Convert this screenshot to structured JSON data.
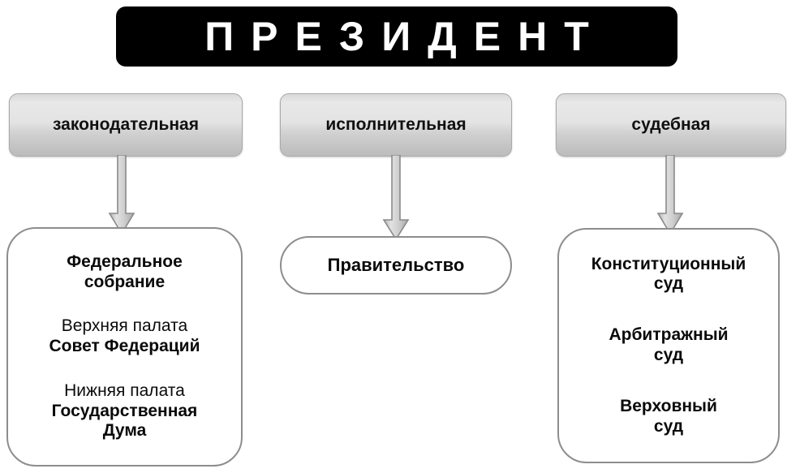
{
  "diagram": {
    "title": "ПРЕЗИДЕНТ",
    "colors": {
      "title_background": "#000000",
      "title_text": "#ffffff",
      "branch_box_fill_top": "#e8e8e8",
      "branch_box_fill_bottom": "#bcbcbc",
      "branch_box_border": "#a9a9a9",
      "leaf_box_border": "#8d8d8d",
      "leaf_box_fill": "#ffffff",
      "arrow_fill": "#c7c7c7",
      "arrow_border": "#8a8a8a",
      "body_text": "#0a0a0a",
      "page_background": "#ffffff"
    },
    "branches": [
      {
        "label": "законодательная"
      },
      {
        "label": "исполнительная"
      },
      {
        "label": "судебная"
      }
    ],
    "arrows": [
      {
        "name": "arrow-legislative",
        "direction": "down"
      },
      {
        "name": "arrow-executive",
        "direction": "down"
      },
      {
        "name": "arrow-judicial",
        "direction": "down"
      }
    ],
    "bodies": [
      {
        "name": "federal-assembly",
        "groups": [
          {
            "heading": "Федеральное\nсобрание",
            "subtitle": ""
          },
          {
            "subtitle": "Верхняя палата",
            "heading": "Совет Федераций"
          },
          {
            "subtitle": "Нижняя палата",
            "heading": "Государственная\nДума"
          }
        ]
      },
      {
        "name": "government",
        "groups": [
          {
            "heading": "Правительство",
            "subtitle": ""
          }
        ]
      },
      {
        "name": "courts",
        "groups": [
          {
            "heading": "Конституционный\nсуд",
            "subtitle": ""
          },
          {
            "heading": "Арбитражный\nсуд",
            "subtitle": ""
          },
          {
            "heading": "Верховный\nсуд",
            "subtitle": ""
          }
        ]
      }
    ]
  }
}
